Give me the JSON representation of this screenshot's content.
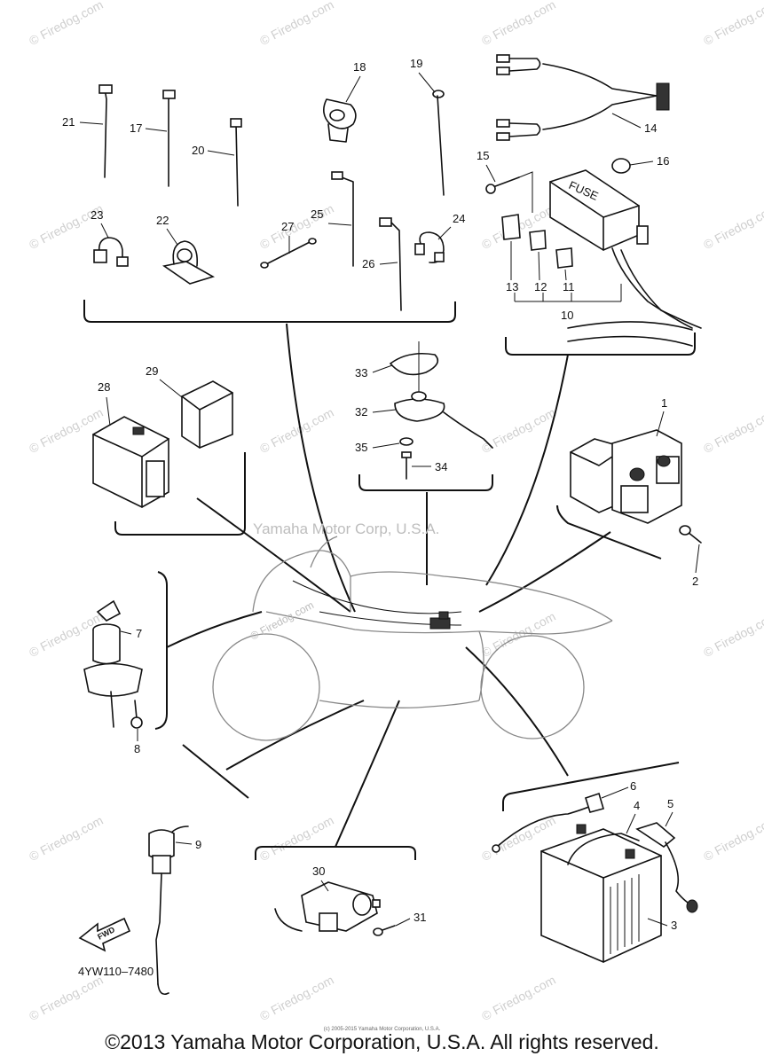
{
  "watermarks": {
    "site": "© Firedog.com",
    "center": "Yamaha Motor Corp, U.S.A.",
    "bike": "© Firedog.com"
  },
  "diagram": {
    "part_code": "4YW110–7480",
    "fuse_label": "FUSE",
    "fwd_label": "FWD",
    "callouts": [
      "1",
      "2",
      "3",
      "4",
      "5",
      "6",
      "7",
      "8",
      "9",
      "10",
      "11",
      "12",
      "13",
      "14",
      "15",
      "16",
      "17",
      "18",
      "19",
      "20",
      "21",
      "22",
      "23",
      "24",
      "25",
      "26",
      "27",
      "28",
      "29",
      "30",
      "31",
      "32",
      "33",
      "34",
      "35"
    ]
  },
  "footer": {
    "copyright": "©2013 Yamaha Motor Corporation, U.S.A. All rights reserved.",
    "small_note": "(c) 2005-2015 Yamaha Motor Corporation, U.S.A."
  }
}
